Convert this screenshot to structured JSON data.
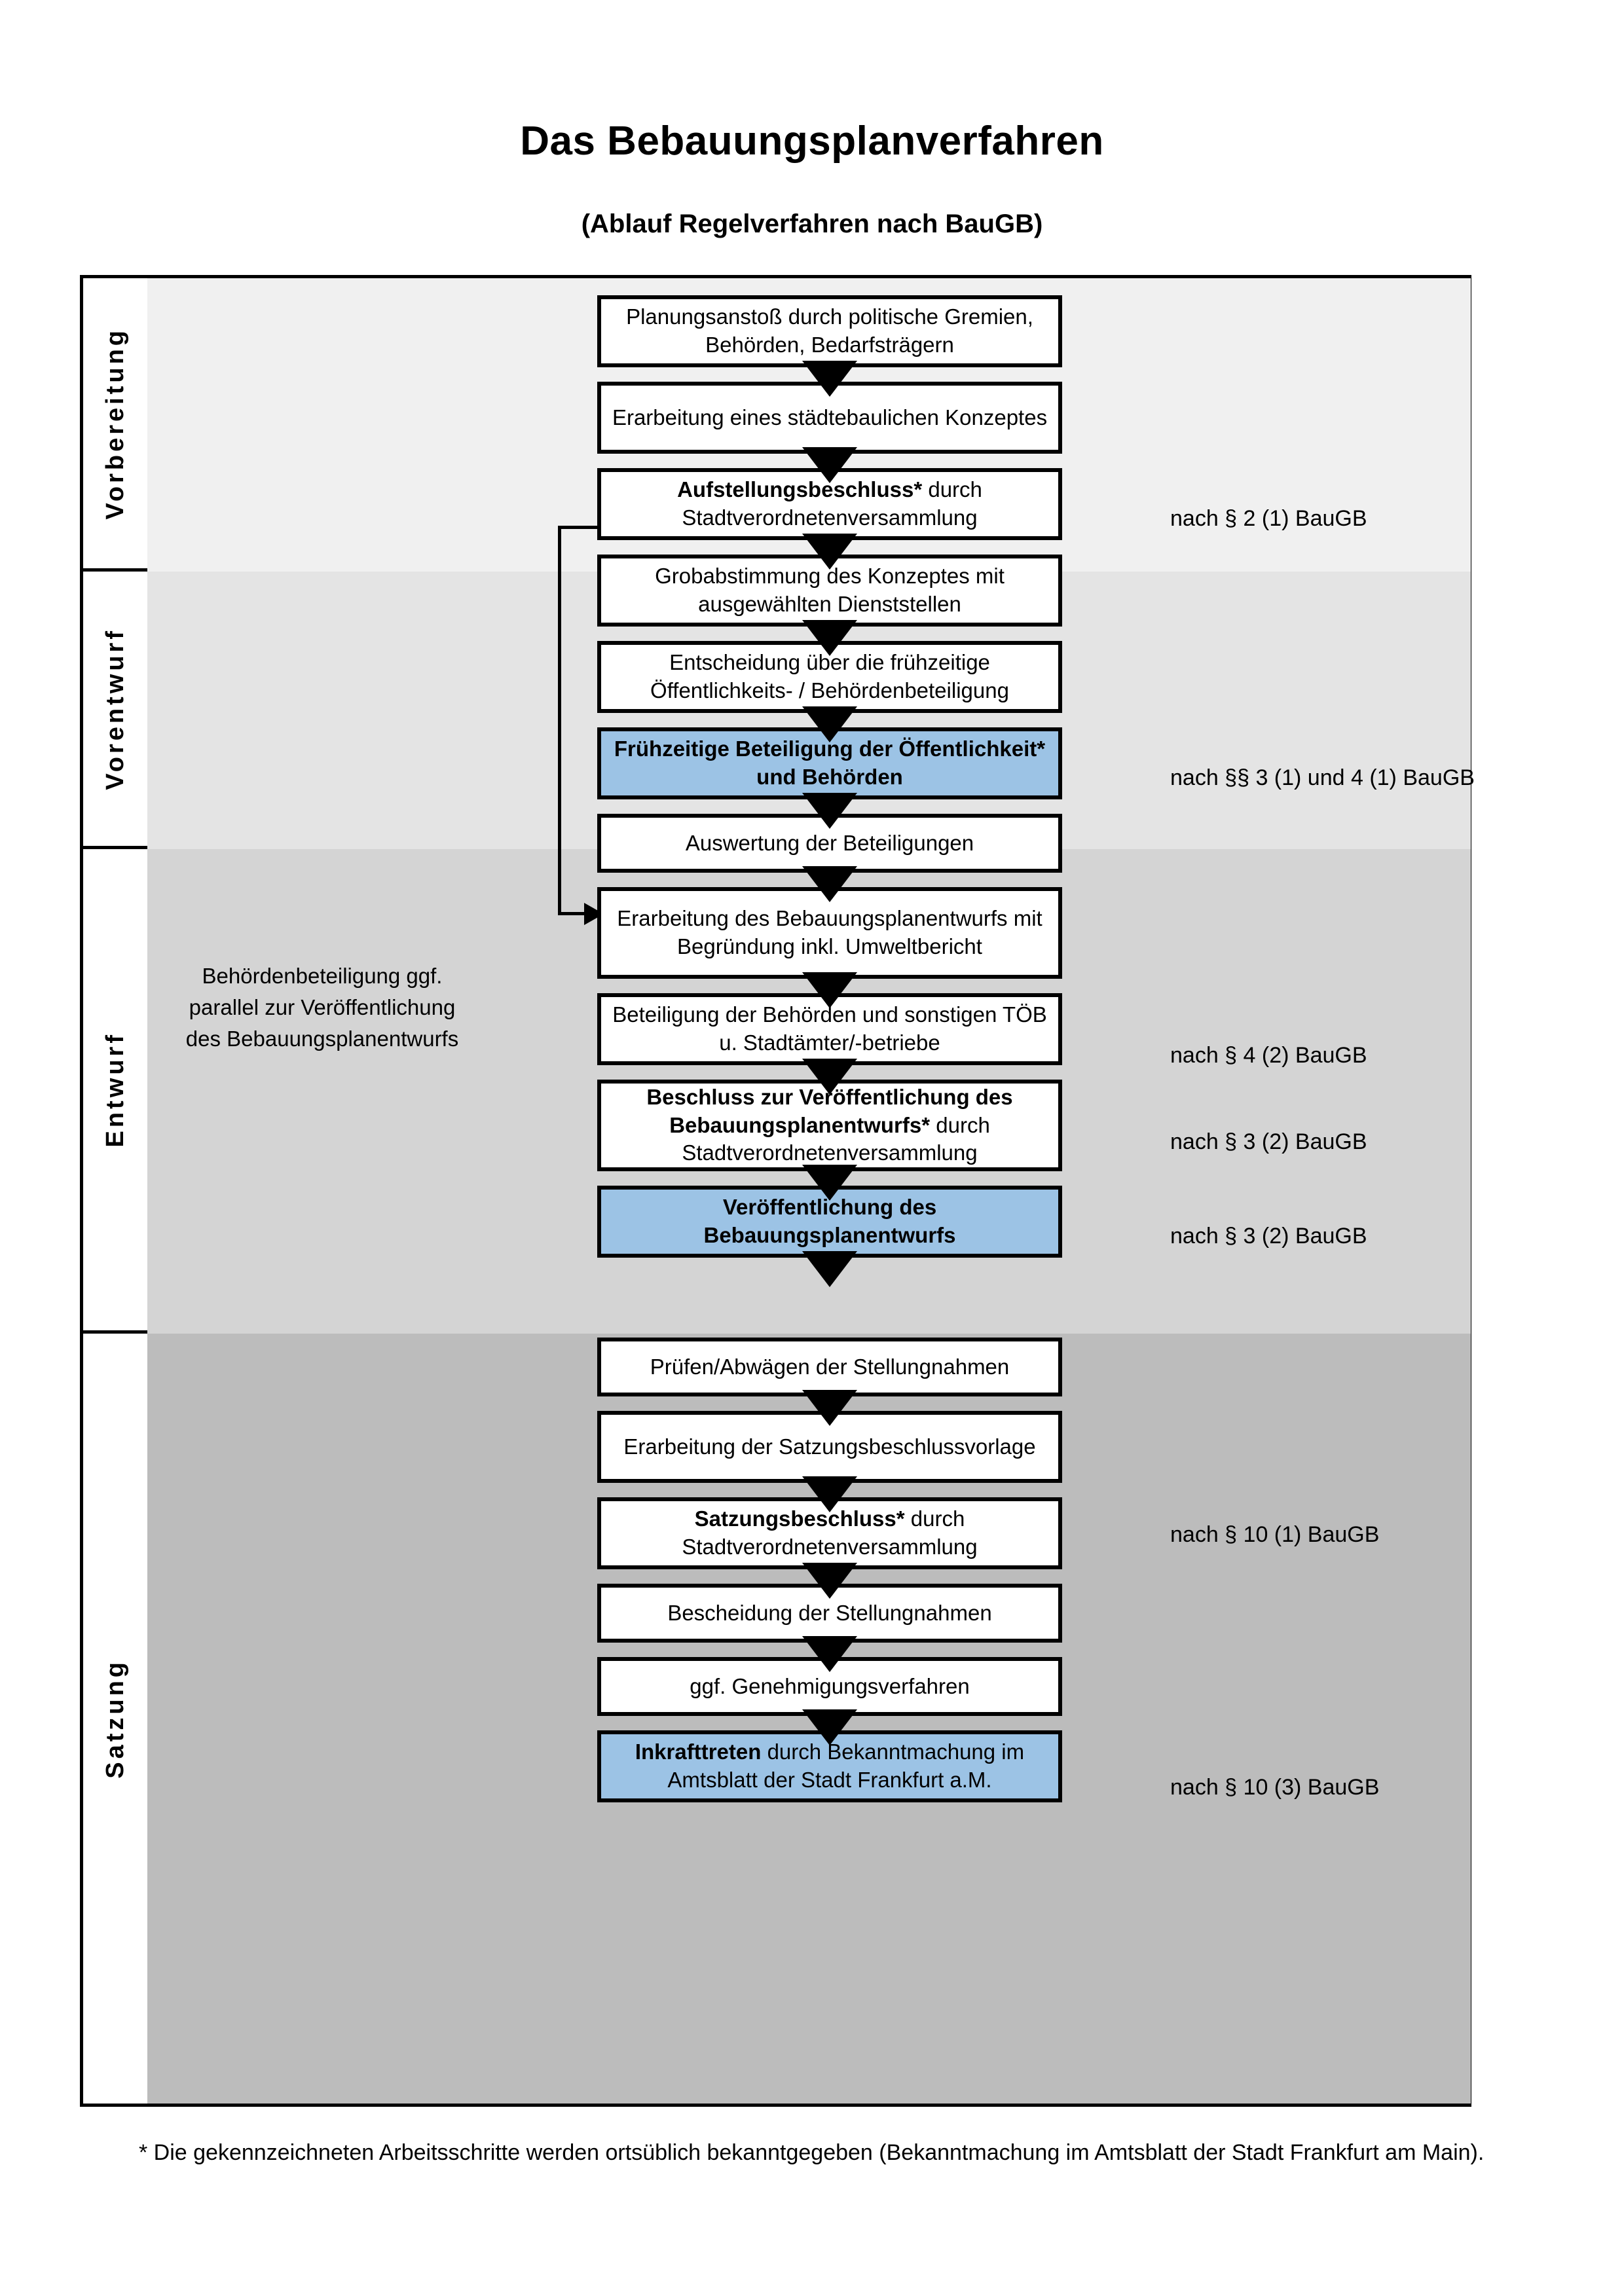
{
  "document": {
    "title": "Das Bebauungsplanverfahren",
    "subtitle": "(Ablauf Regelverfahren nach BauGB)",
    "footnote": "* Die gekennzeichneten Arbeitsschritte werden ortsüblich bekanntgegeben (Bekanntmachung im Amtsblatt  der Stadt Frankfurt am Main)."
  },
  "colors": {
    "highlight_box": "#9CC3E5",
    "band_vorbereitung": "#F0F0F0",
    "band_vorentwurf": "#E4E4E4",
    "band_entwurf": "#D4D4D4",
    "band_satzung": "#BCBCBC",
    "border": "#000000"
  },
  "sections": [
    {
      "label": "Vorbereitung"
    },
    {
      "label": "Vorentwurf"
    },
    {
      "label": "Entwurf"
    },
    {
      "label": "Satzung"
    }
  ],
  "steps": [
    {
      "id": "planungsanstoss",
      "section": "Vorbereitung",
      "text": "Planungsanstoß durch politische Gremien, Behörden, Bedarfsträgern",
      "bold": "",
      "highlight": false
    },
    {
      "id": "konzept",
      "section": "Vorbereitung",
      "text": "Erarbeitung eines städtebaulichen Konzeptes",
      "bold": "",
      "highlight": false
    },
    {
      "id": "aufstellungsbeschluss",
      "section": "Vorbereitung",
      "bold": "Aufstellungsbeschluss*",
      "text": " durch Stadtverordnetenversammlung",
      "highlight": false
    },
    {
      "id": "grobabstimmung",
      "section": "Vorentwurf",
      "text": "Grobabstimmung des Konzeptes mit ausgewählten Dienststellen",
      "bold": "",
      "highlight": false
    },
    {
      "id": "entscheidung-fruehzeitig",
      "section": "Vorentwurf",
      "text": "Entscheidung über die frühzeitige Öffentlichkeits- / Behördenbeteiligung",
      "bold": "",
      "highlight": false
    },
    {
      "id": "fruehzeitige-beteiligung",
      "section": "Vorentwurf",
      "bold": "Frühzeitige Beteiligung der Öffentlichkeit* und Behörden",
      "text": "",
      "highlight": true
    },
    {
      "id": "auswertung",
      "section": "Entwurf",
      "text": "Auswertung der Beteiligungen",
      "bold": "",
      "highlight": false
    },
    {
      "id": "erarbeitung-entwurf",
      "section": "Entwurf",
      "text": "Erarbeitung des Bebauungsplanentwurfs mit Begründung inkl. Umweltbericht",
      "bold": "",
      "highlight": false
    },
    {
      "id": "beteiligung-behoerden",
      "section": "Entwurf",
      "text": "Beteiligung der Behörden und sonstigen TÖB u. Stadtämter/-betriebe",
      "bold": "",
      "highlight": false
    },
    {
      "id": "beschluss-veroeffentlichung",
      "section": "Entwurf",
      "bold": "Beschluss zur Veröffentlichung des Bebauungsplanentwurfs*",
      "text": " durch Stadtverordnetenversammlung",
      "highlight": false
    },
    {
      "id": "veroeffentlichung",
      "section": "Entwurf",
      "bold": "Veröffentlichung des Bebauungsplanentwurfs",
      "text": "",
      "highlight": true
    },
    {
      "id": "pruefen-abwaegen",
      "section": "Satzung",
      "text": "Prüfen/Abwägen der Stellungnahmen",
      "bold": "",
      "highlight": false
    },
    {
      "id": "satzungsbeschlussvorlage",
      "section": "Satzung",
      "text": "Erarbeitung der Satzungsbeschlussvorlage",
      "bold": "",
      "highlight": false
    },
    {
      "id": "satzungsbeschluss",
      "section": "Satzung",
      "bold": "Satzungsbeschluss*",
      "text": " durch Stadtverordnetenversammlung",
      "highlight": false
    },
    {
      "id": "bescheidung",
      "section": "Satzung",
      "text": "Bescheidung der Stellungnahmen",
      "bold": "",
      "highlight": false
    },
    {
      "id": "genehmigungsverfahren",
      "section": "Satzung",
      "text": "ggf. Genehmigungsverfahren",
      "bold": "",
      "highlight": false
    },
    {
      "id": "inkrafttreten",
      "section": "Satzung",
      "bold": "Inkrafttreten",
      "text": " durch Bekanntmachung im Amtsblatt der Stadt Frankfurt a.M.",
      "highlight": true
    }
  ],
  "legal_references": [
    {
      "id": "ref-2-1",
      "text": "nach § 2 (1) BauGB",
      "for_step": "aufstellungsbeschluss"
    },
    {
      "id": "ref-3-1-4-1",
      "text": "nach §§ 3 (1) und 4 (1) BauGB",
      "for_step": "fruehzeitige-beteiligung"
    },
    {
      "id": "ref-4-2",
      "text": "nach § 4 (2) BauGB",
      "for_step": "beteiligung-behoerden"
    },
    {
      "id": "ref-3-2-a",
      "text": "nach § 3 (2) BauGB",
      "for_step": "beschluss-veroeffentlichung"
    },
    {
      "id": "ref-3-2-b",
      "text": "nach § 3 (2) BauGB",
      "for_step": "veroeffentlichung"
    },
    {
      "id": "ref-10-1",
      "text": "nach § 10 (1) BauGB",
      "for_step": "satzungsbeschluss"
    },
    {
      "id": "ref-10-3",
      "text": "nach § 10 (3) BauGB",
      "for_step": "inkrafttreten"
    }
  ],
  "annotations": [
    {
      "id": "behoerdenbeteiligung-note",
      "text": "Behördenbeteiligung ggf. parallel zur Veröffentlichung des Bebauungsplanentwurfs"
    }
  ]
}
